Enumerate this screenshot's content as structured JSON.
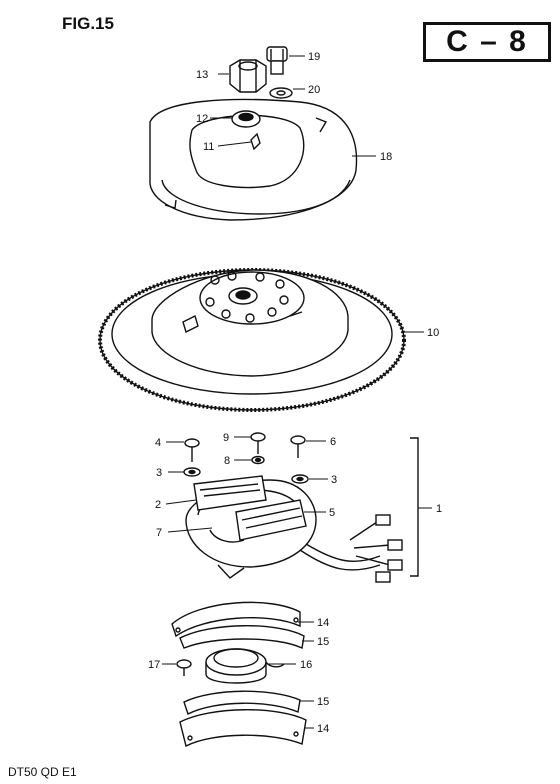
{
  "figure_label": "FIG.15",
  "section_code": "C – 8",
  "model_code": "DT50 QD E1",
  "parts": [
    {
      "num": "19"
    },
    {
      "num": "13"
    },
    {
      "num": "20"
    },
    {
      "num": "12"
    },
    {
      "num": "11"
    },
    {
      "num": "18"
    },
    {
      "num": "10"
    },
    {
      "num": "4"
    },
    {
      "num": "9"
    },
    {
      "num": "6"
    },
    {
      "num": "8"
    },
    {
      "num": "3"
    },
    {
      "num": "3"
    },
    {
      "num": "1"
    },
    {
      "num": "2"
    },
    {
      "num": "5"
    },
    {
      "num": "7"
    },
    {
      "num": "14"
    },
    {
      "num": "15"
    },
    {
      "num": "17"
    },
    {
      "num": "16"
    },
    {
      "num": "15"
    },
    {
      "num": "14"
    }
  ]
}
